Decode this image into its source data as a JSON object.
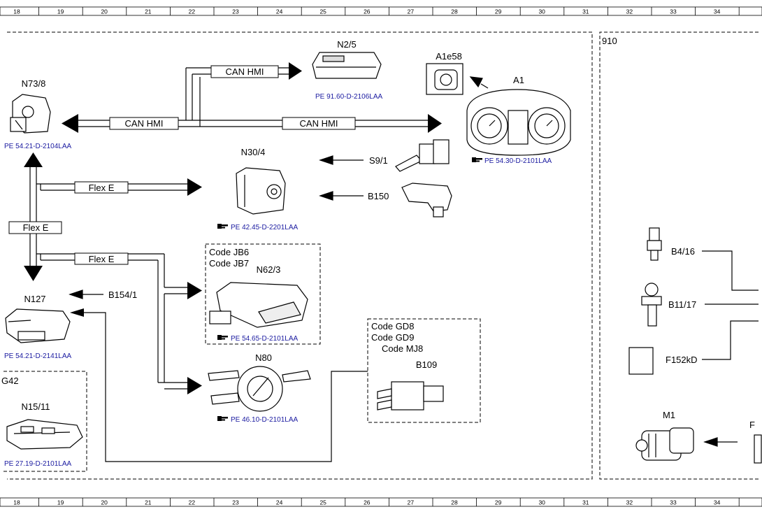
{
  "ruler_columns": [
    "18",
    "19",
    "20",
    "21",
    "22",
    "23",
    "24",
    "25",
    "26",
    "27",
    "28",
    "29",
    "30",
    "31",
    "32",
    "33",
    "34"
  ],
  "section_label": "910",
  "left_partial_label": "G42",
  "right_partial_label": "F",
  "components": {
    "n2_5": "N2/5",
    "n73_8": "N73/8",
    "a1e58": "A1e58",
    "a1": "A1",
    "n30_4": "N30/4",
    "s9_1": "S9/1",
    "b150": "B150",
    "n62_3": "N62/3",
    "n127": "N127",
    "b154_1": "B154/1",
    "n80": "N80",
    "b109": "B109",
    "n15_11": "N15/11",
    "b4_16": "B4/16",
    "b11_17": "B11/17",
    "f152kd": "F152kD",
    "m1": "M1"
  },
  "bus_labels": {
    "can_hmi_top": "CAN HMI",
    "can_hmi_left": "CAN HMI",
    "can_hmi_right": "CAN HMI",
    "flex_e_1": "Flex E",
    "flex_e_vert": "Flex E",
    "flex_e_2": "Flex E"
  },
  "code_boxes": {
    "n62_codes": [
      "Code JB6",
      "Code JB7"
    ],
    "b109_codes": [
      "Code GD8",
      "Code GD9",
      "Code MJ8"
    ]
  },
  "refs": {
    "n2_5": "PE 91.60-D-2106LAA",
    "n73_8": "PE 54.21-D-2104LAA",
    "a1": "PE 54.30-D-2101LAA",
    "n30_4": "PE 42.45-D-2201LAA",
    "n62_3": "PE 54.65-D-2101LAA",
    "n127": "PE 54.21-D-2141LAA",
    "n80": "PE 46.10-D-2101LAA",
    "n15_11": "PE 27.19-D-2101LAA"
  },
  "colors": {
    "reference_text": "#1a1aa0",
    "lines": "#000000"
  },
  "icons": [
    "pointing-hand-icon"
  ]
}
